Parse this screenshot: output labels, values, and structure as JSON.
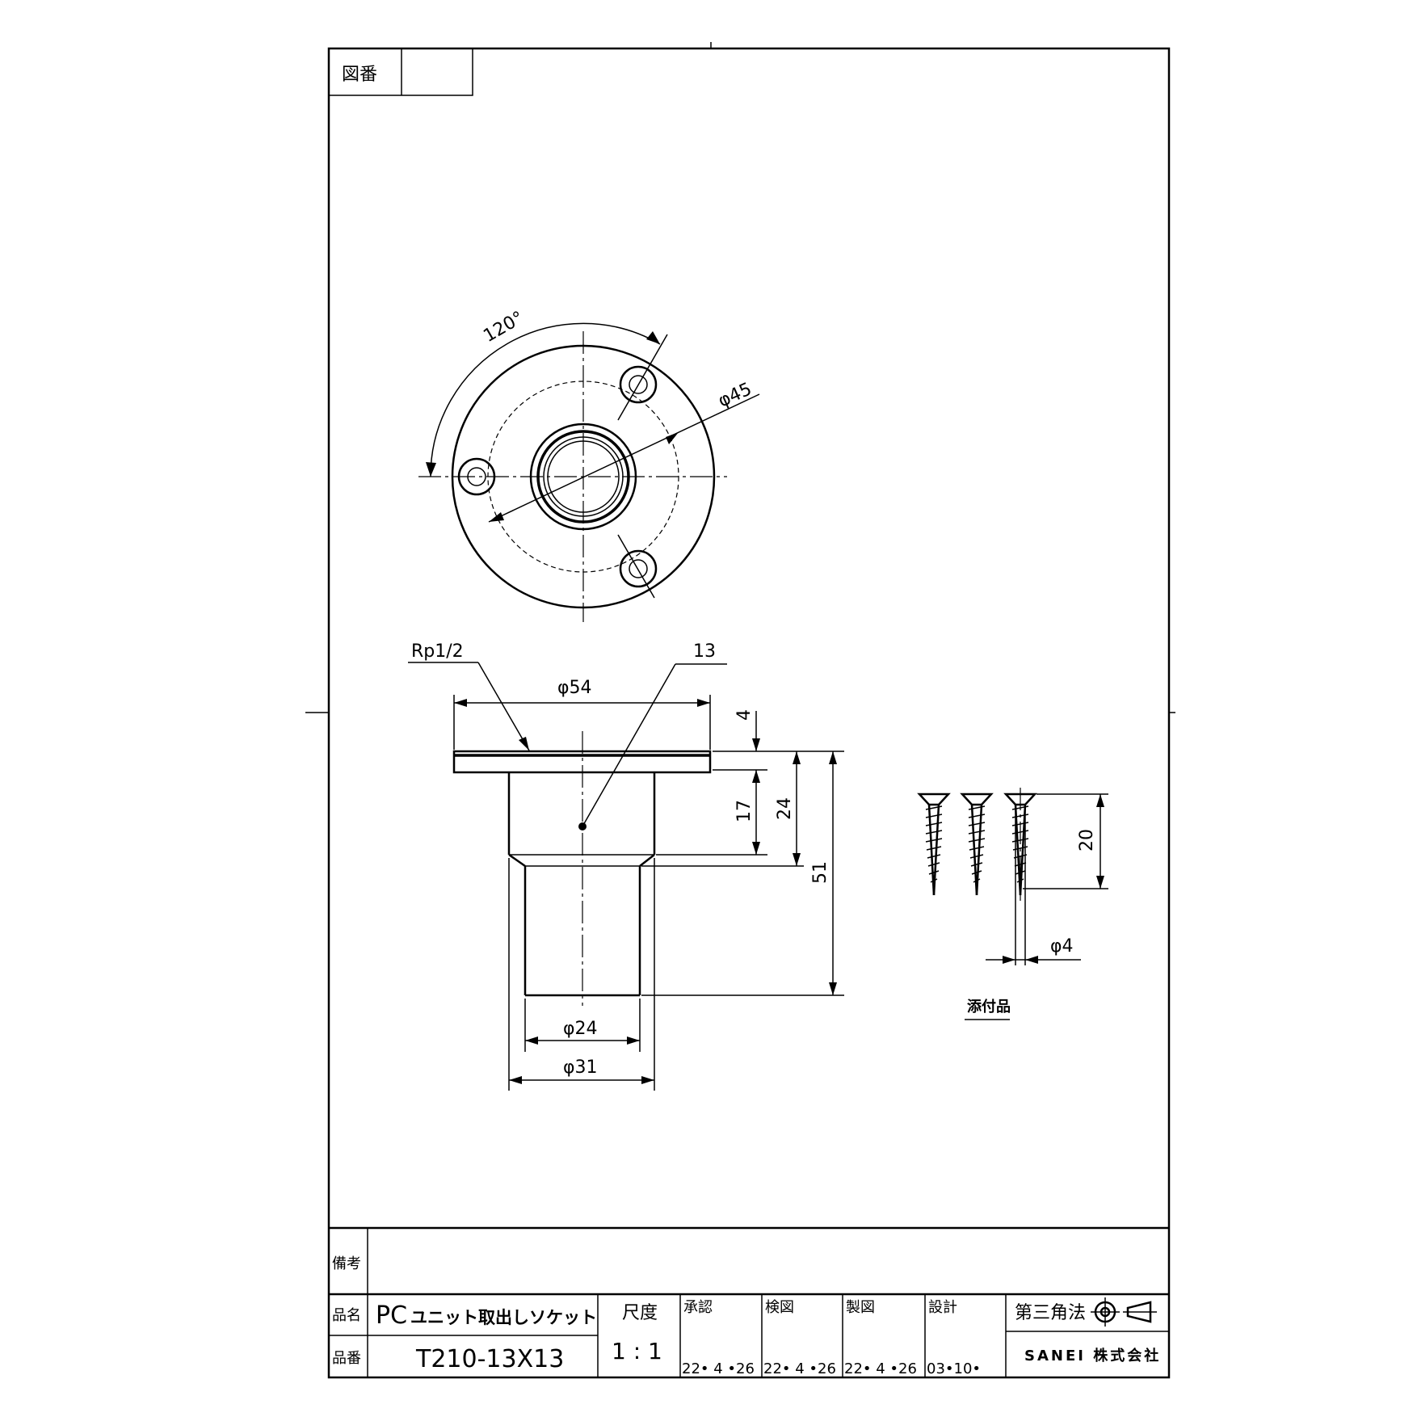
{
  "drawing_number": {
    "label": "図番",
    "value": ""
  },
  "views": {
    "front": {
      "angle": "120°",
      "pcd": "φ45"
    },
    "section": {
      "thread": "Rp1/2",
      "bore": "13",
      "flange_dia": "φ54",
      "flange_thk": "4",
      "body_len": "17",
      "socket_len": "24",
      "total_len": "51",
      "inner_dia": "φ24",
      "outer_dia": "φ31"
    },
    "screw": {
      "length": "20",
      "dia": "φ4",
      "caption": "添付品"
    }
  },
  "title_block": {
    "remarks_label": "備考",
    "remarks_value": "",
    "name_label": "品名",
    "name_main": "PC",
    "name_rest": "ユニット取出しソケット",
    "number_label": "品番",
    "number_value": "T210-13X13",
    "scale_label": "尺度",
    "scale_value": "1 : 1",
    "approval": {
      "label": "承認",
      "date": "22• 4 •26"
    },
    "check": {
      "label": "検図",
      "date": "22• 4 •26"
    },
    "draw": {
      "label": "製図",
      "date": "22• 4 •26"
    },
    "design": {
      "label": "設計",
      "date": "03•10•"
    },
    "projection_label": "第三角法",
    "company": "SANEI 株式会社"
  }
}
